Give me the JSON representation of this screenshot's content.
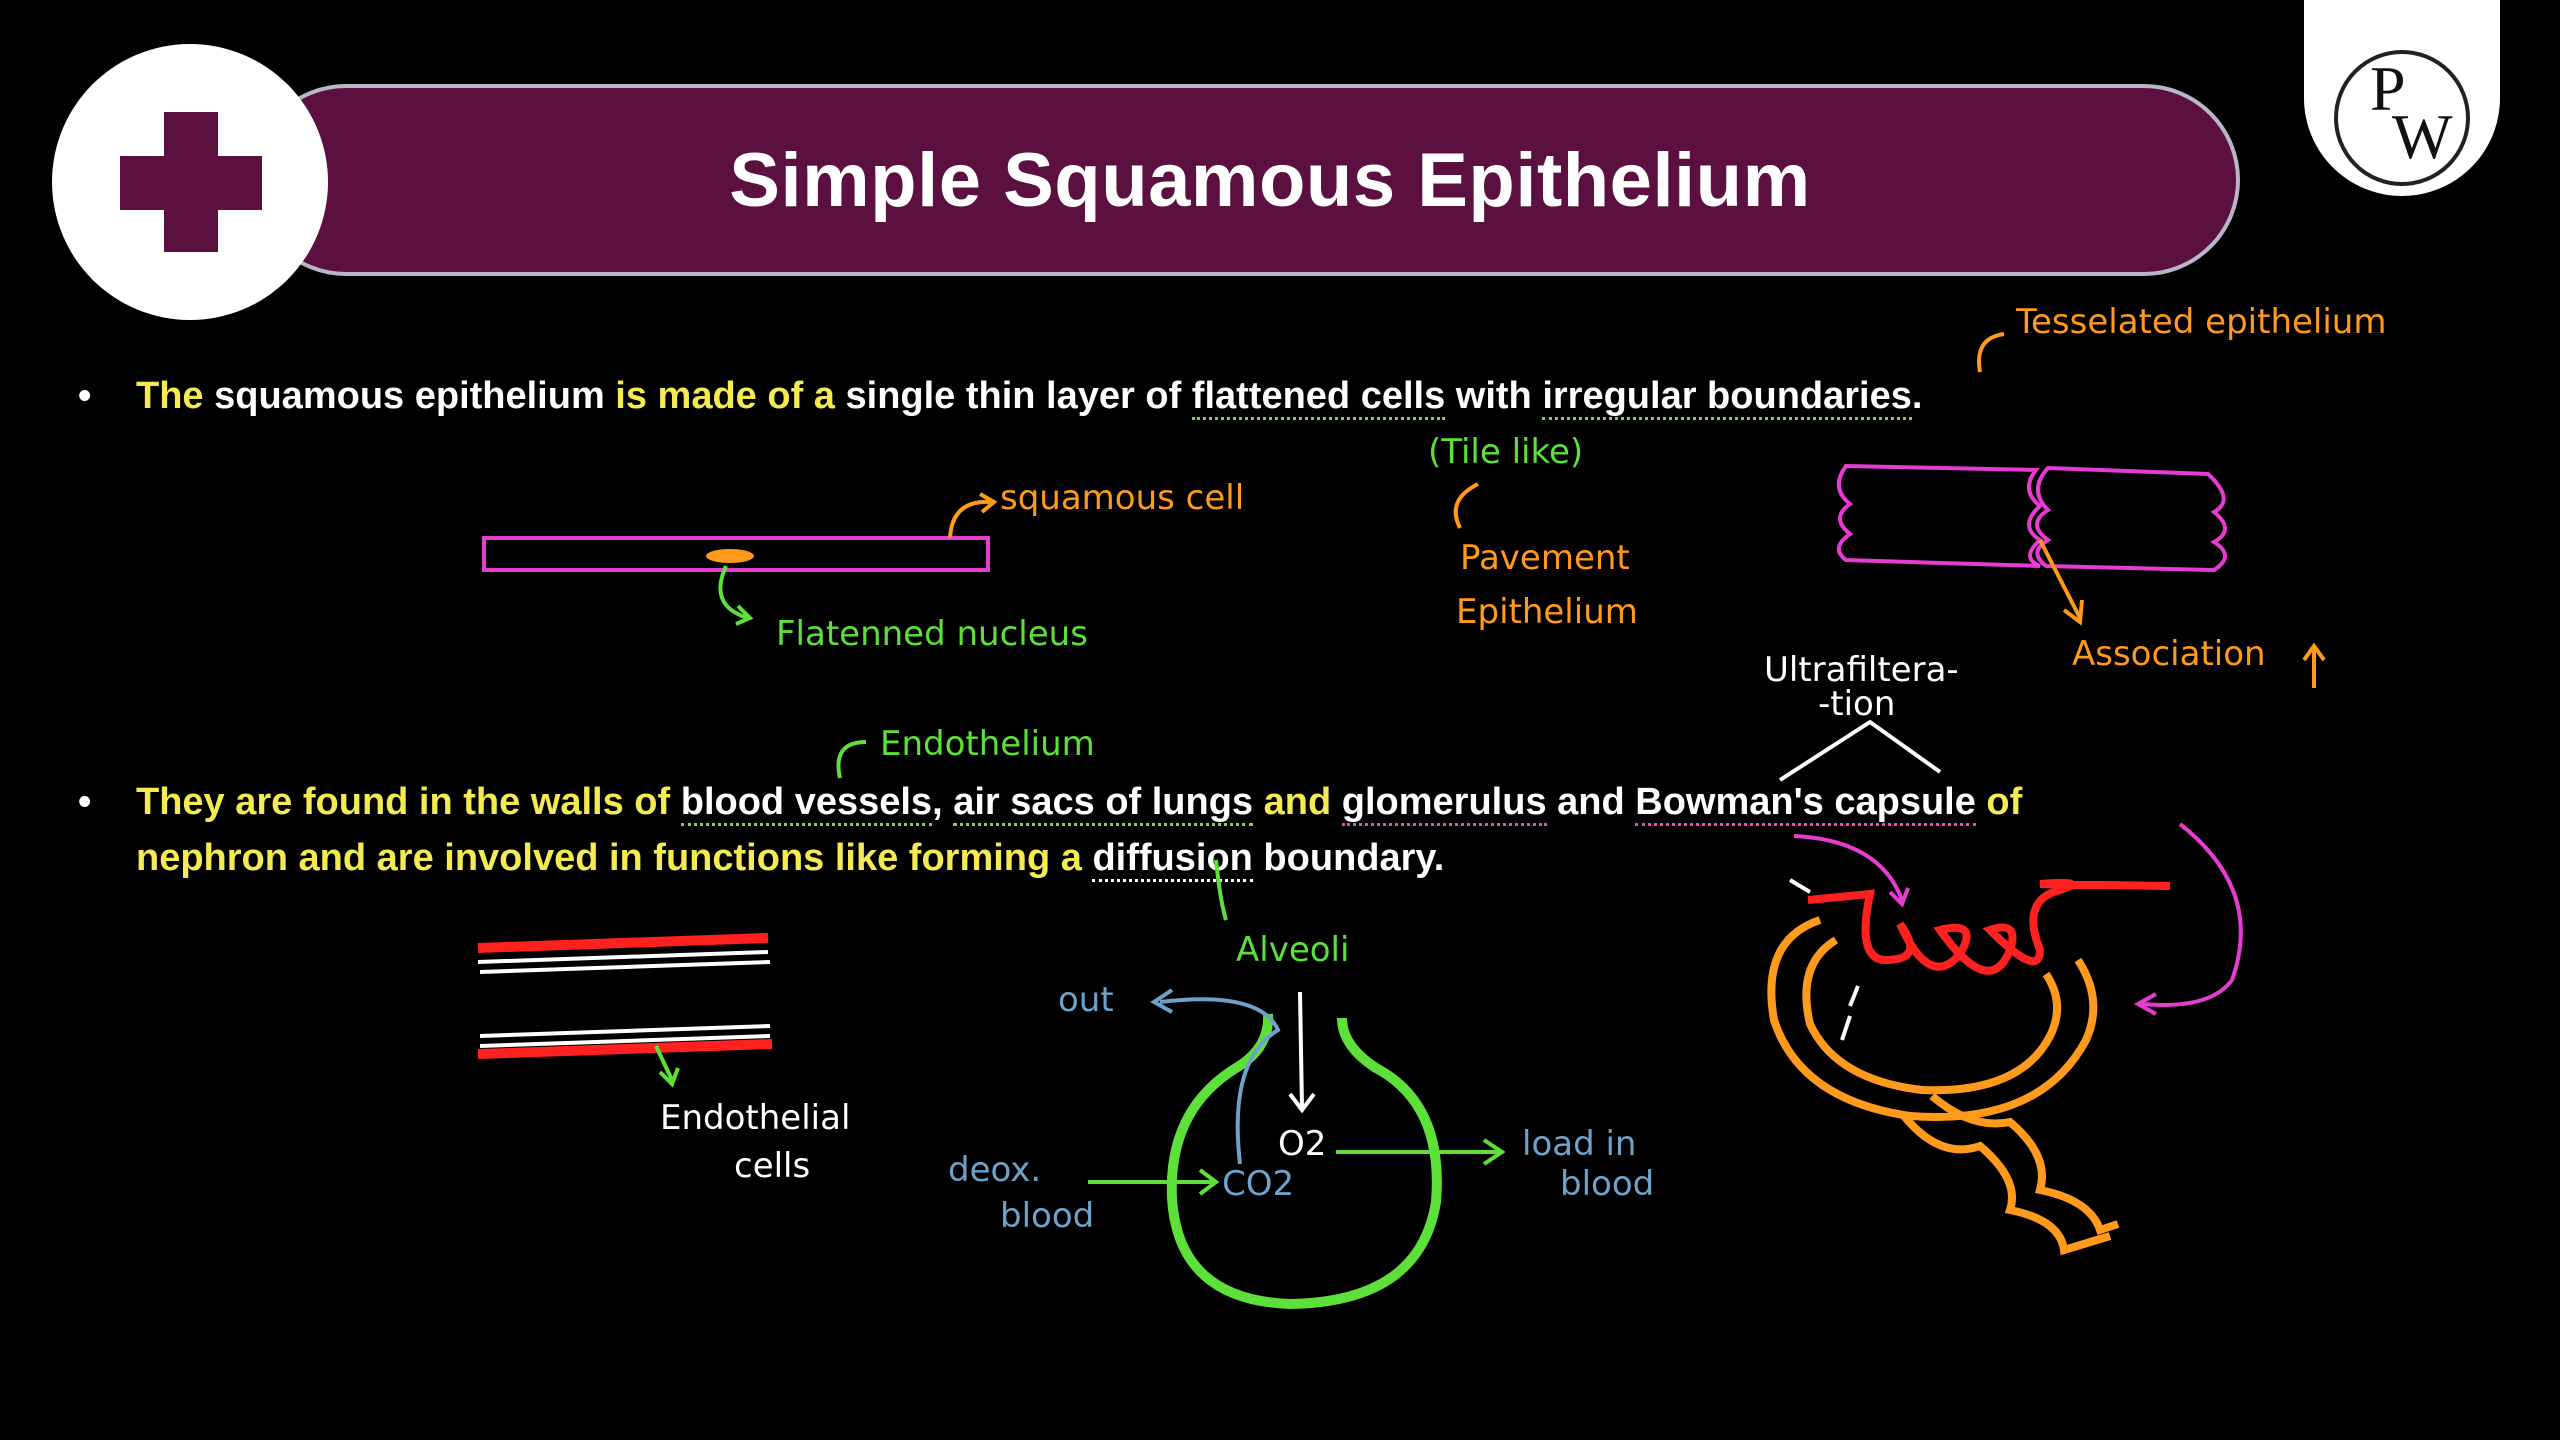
{
  "header": {
    "title": "Simple Squamous Epithelium",
    "logo_letters": [
      "P",
      "W"
    ]
  },
  "bullets": [
    {
      "segments": [
        {
          "text": "The ",
          "color": "yellow"
        },
        {
          "text": "squamous epithelium ",
          "color": "white"
        },
        {
          "text": "is made of a ",
          "color": "yellow"
        },
        {
          "text": "single thin layer of ",
          "color": "white"
        },
        {
          "text": "flattened cells",
          "color": "white",
          "underline": "green"
        },
        {
          "text": " with ",
          "color": "white"
        },
        {
          "text": "irregular boundaries",
          "color": "white",
          "underline": "green"
        },
        {
          "text": ".",
          "color": "white"
        }
      ]
    },
    {
      "segments": [
        {
          "text": "They are found in the walls of ",
          "color": "yellow"
        },
        {
          "text": "blood vessels",
          "color": "white",
          "underline": "green"
        },
        {
          "text": ", ",
          "color": "white"
        },
        {
          "text": "air sacs of lungs",
          "color": "white",
          "underline": "green"
        },
        {
          "text": " and ",
          "color": "yellow"
        },
        {
          "text": "glomerulus",
          "color": "white",
          "underline": "pink"
        },
        {
          "text": " and ",
          "color": "white"
        },
        {
          "text": "Bowman's capsule",
          "color": "white",
          "underline": "pink"
        },
        {
          "text": " of",
          "color": "yellow"
        }
      ],
      "segments_line2": [
        {
          "text": "nephron and are involved in functions like forming a ",
          "color": "yellow"
        },
        {
          "text": "diffusion",
          "color": "white",
          "underline": "white"
        },
        {
          "text": " boundary.",
          "color": "white"
        }
      ]
    }
  ],
  "annotations": {
    "tesselated": "Tesselated epithelium",
    "tile_like": "(Tile like)",
    "pavement_1": "Pavement",
    "pavement_2": "Epithelium",
    "squamous_cell": "squamous cell",
    "flattened_nucleus": "Flatenned nucleus",
    "association": "Association",
    "ultrafiltration_1": "Ultrafiltera-",
    "ultrafiltration_2": "-tion",
    "endothelium": "Endothelium",
    "endothelial_1": "Endothelial",
    "endothelial_2": "cells",
    "alveoli": "Alveoli",
    "out": "out",
    "deox_1": "deox.",
    "deox_2": "blood",
    "co2": "CO2",
    "o2": "O2",
    "load_1": "load in",
    "load_2": "blood"
  },
  "colors": {
    "title_bar": "#5b1040",
    "yellow_text": "#f4ea52",
    "green_note": "#5ee03a",
    "orange_note": "#ff9a1c",
    "pink_drawing": "#e83bd0",
    "red_drawing": "#ff2020",
    "blue_note": "#6fa2c9"
  }
}
